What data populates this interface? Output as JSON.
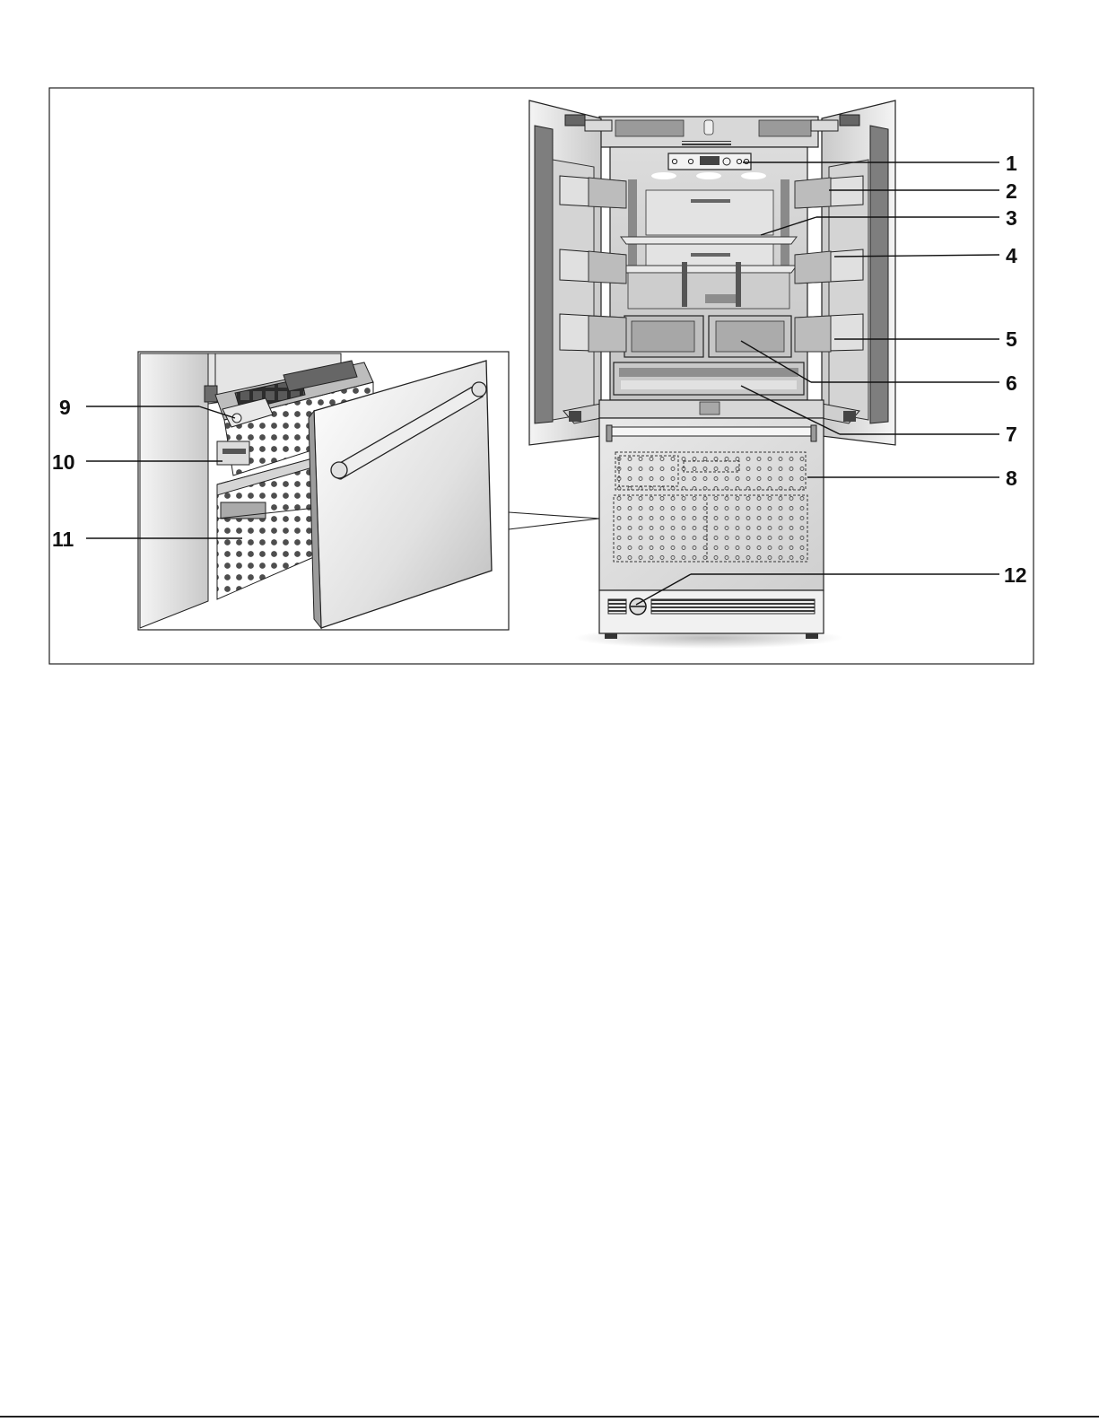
{
  "callouts": {
    "c1": "1",
    "c2": "2",
    "c3": "3",
    "c4": "4",
    "c5": "5",
    "c6": "6",
    "c7": "7",
    "c8": "8",
    "c9": "9",
    "c10": "10",
    "c11": "11",
    "c12": "12"
  },
  "colors": {
    "frame": "#222222",
    "metal_light": "#e6e6e6",
    "metal_mid": "#bdbdbd",
    "metal_dark": "#7a7a7a",
    "shadow": "#4a4a4a"
  }
}
